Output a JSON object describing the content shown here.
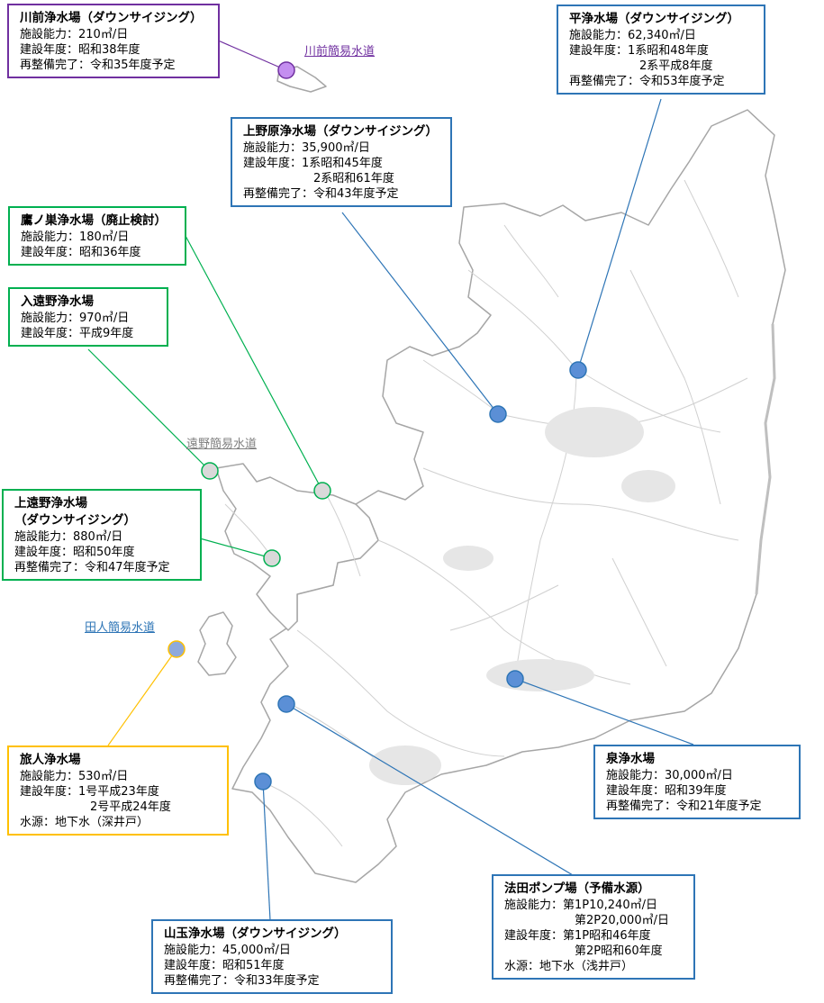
{
  "colors": {
    "blue": "#2e75b6",
    "blue_fill": "#5b8fd6",
    "purple": "#7030a0",
    "purple_fill": "#c48ef0",
    "green": "#00b050",
    "gray_fill": "#d9d9d9",
    "orange": "#ffc000",
    "orange_fill": "#8ea9db",
    "road": "#cfcfcf",
    "coast": "#a6a6a6"
  },
  "simple_water": {
    "kawamae": "川前簡易水道",
    "tono": "遠野簡易水道",
    "tabito": "田人簡易水道"
  },
  "facilities": {
    "kawamae": {
      "title": "川前浄水場（ダウンサイジング）",
      "capacity": "施設能力：210㎥/日",
      "built": "建設年度：昭和38年度",
      "renewal": "再整備完了：令和35年度予定"
    },
    "taira": {
      "title": "平浄水場（ダウンサイジング）",
      "capacity": "施設能力：62,340㎥/日",
      "built": "建設年度：1系昭和48年度",
      "built2": "2系平成8年度",
      "renewal": "再整備完了：令和53年度予定"
    },
    "uenohara": {
      "title": "上野原浄水場（ダウンサイジング）",
      "capacity": "施設能力：35,900㎥/日",
      "built": "建設年度：1系昭和45年度",
      "built2": "2系昭和61年度",
      "renewal": "再整備完了：令和43年度予定"
    },
    "takanosu": {
      "title": "鷹ノ巣浄水場（廃止検討）",
      "capacity": "施設能力：180㎥/日",
      "built": "建設年度：昭和36年度"
    },
    "iritono": {
      "title": "入遠野浄水場",
      "capacity": "施設能力：970㎥/日",
      "built": "建設年度：平成9年度"
    },
    "kamitono": {
      "title": "上遠野浄水場",
      "title2": "（ダウンサイジング）",
      "capacity": "施設能力：880㎥/日",
      "built": "建設年度：昭和50年度",
      "renewal": "再整備完了：令和47年度予定"
    },
    "tabito": {
      "title": "旅人浄水場",
      "capacity": "施設能力：530㎥/日",
      "built": "建設年度：1号平成23年度",
      "built2": "2号平成24年度",
      "source": "水源：地下水（深井戸）"
    },
    "izumi": {
      "title": "泉浄水場",
      "capacity": "施設能力：30,000㎥/日",
      "built": "建設年度：昭和39年度",
      "renewal": "再整備完了：令和21年度予定"
    },
    "hoda": {
      "title": "法田ポンプ場（予備水源）",
      "capacity": "施設能力：第1P10,240㎥/日",
      "capacity2": "第2P20,000㎥/日",
      "built": "建設年度：第1P昭和46年度",
      "built2": "第2P昭和60年度",
      "source": "水源：地下水（浅井戸）"
    },
    "yamatama": {
      "title": "山玉浄水場（ダウンサイジング）",
      "capacity": "施設能力：45,000㎥/日",
      "built": "建設年度：昭和51年度",
      "renewal": "再整備完了：令和33年度予定"
    }
  }
}
